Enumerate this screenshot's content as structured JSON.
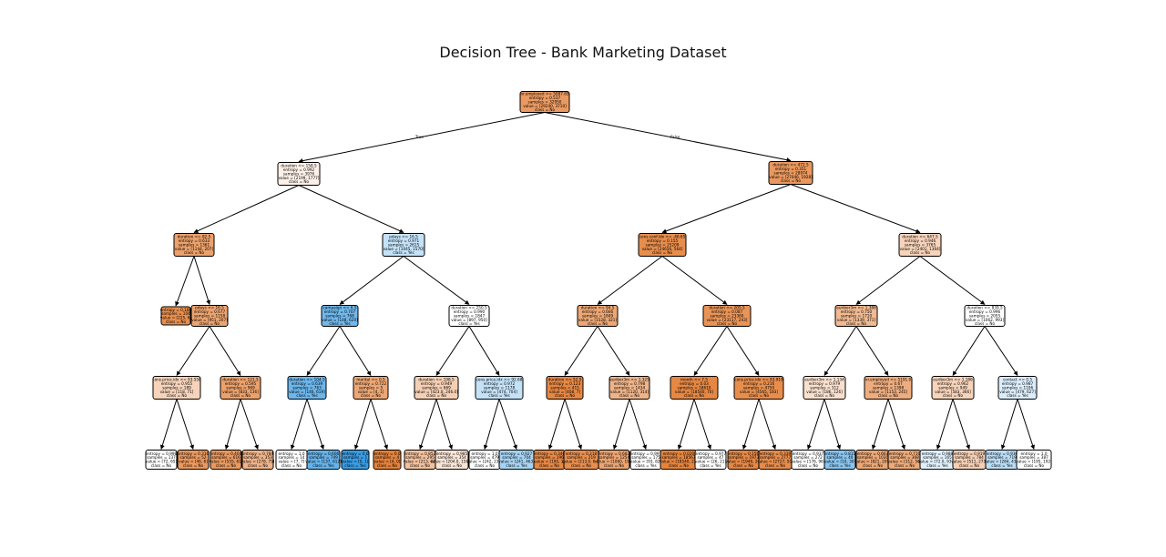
{
  "title": "Decision Tree - Bank Marketing Dataset",
  "colors": {
    "orange": "#e58139",
    "blue": "#399de5",
    "white": "#ffffff"
  },
  "edge_labels": {
    "true": "True",
    "false": "False"
  },
  "nodes": [
    {
      "id": "n0",
      "lines": [
        "nr.employed <= 5087.65",
        "entropy = 0.537",
        "samples = 32950",
        "value = [29240, 3710]",
        "class = No"
      ],
      "class_color": "orange",
      "strength": 0.8
    },
    {
      "id": "n1",
      "lines": [
        "duration <= 158.5",
        "entropy = 0.992",
        "samples = 3976",
        "value = [2199, 1777]",
        "class = No"
      ],
      "class_color": "orange",
      "strength": 0.12
    },
    {
      "id": "n2",
      "lines": [
        "duration <= 472.5",
        "entropy = 0.351",
        "samples = 28974",
        "value = [27046, 1928]",
        "class = No"
      ],
      "class_color": "orange",
      "strength": 0.82
    },
    {
      "id": "n3",
      "lines": [
        "duration <= 82.5",
        "entropy = 0.633",
        "samples = 1361",
        "value = [1144, 207]",
        "class = No"
      ],
      "class_color": "orange",
      "strength": 0.75
    },
    {
      "id": "n4",
      "lines": [
        "pdays <= 16.5",
        "entropy = 0.971",
        "samples = 2615",
        "value = [1045, 1570]",
        "class = Yes"
      ],
      "class_color": "blue",
      "strength": 0.3
    },
    {
      "id": "n5",
      "lines": [
        "cons.conf.idx <= -46.65",
        "entropy = 0.155",
        "samples = 25209",
        "value = [24656, 564]",
        "class = No"
      ],
      "class_color": "orange",
      "strength": 0.9
    },
    {
      "id": "n6",
      "lines": [
        "duration <= 647.5",
        "entropy = 0.946",
        "samples = 3765",
        "value = [2401, 1364]",
        "class = No"
      ],
      "class_color": "orange",
      "strength": 0.35
    },
    {
      "id": "n7",
      "lines": [
        "entropy = 0.188",
        "samples = 104",
        "value = [225, 6]",
        "class = No"
      ],
      "class_color": "orange",
      "strength": 0.9
    },
    {
      "id": "n8",
      "lines": [
        "pdays <= 16.5",
        "entropy = 0.677",
        "samples = 1158",
        "value = [951, 207]",
        "class = No"
      ],
      "class_color": "orange",
      "strength": 0.72
    },
    {
      "id": "n9",
      "lines": [
        "campaign <= 6.5",
        "entropy = 0.707",
        "samples = 768",
        "value = [148, 620]",
        "class = Yes"
      ],
      "class_color": "blue",
      "strength": 0.72
    },
    {
      "id": "n10",
      "lines": [
        "duration <= 250.5",
        "entropy = 0.990",
        "samples = 1847",
        "value = [897, 950]",
        "class = Yes"
      ],
      "class_color": "white",
      "strength": 0.0
    },
    {
      "id": "n11",
      "lines": [
        "duration <= 94.5",
        "entropy = 0.666",
        "samples = 1849",
        "value = [1528, 321]",
        "class = No"
      ],
      "class_color": "orange",
      "strength": 0.7
    },
    {
      "id": "n12",
      "lines": [
        "duration <= 205.5",
        "entropy = 0.087",
        "samples = 23360",
        "value = [23117, 243]",
        "class = No"
      ],
      "class_color": "orange",
      "strength": 0.85
    },
    {
      "id": "n13",
      "lines": [
        "euribor3m <= 1.386",
        "entropy = 0.750",
        "samples = 1710",
        "value = [1339, 371]",
        "class = No"
      ],
      "class_color": "orange",
      "strength": 0.55
    },
    {
      "id": "n14",
      "lines": [
        "duration <= 839.5",
        "entropy = 0.996",
        "samples = 2055",
        "value = [1062, 993]",
        "class = No"
      ],
      "class_color": "white",
      "strength": 0.0
    },
    {
      "id": "n15",
      "lines": [
        "cons.price.idx <= 93.558",
        "entropy = 0.955",
        "samples = 189",
        "value = [118, 71]",
        "class = No"
      ],
      "class_color": "orange",
      "strength": 0.35
    },
    {
      "id": "n16",
      "lines": [
        "duration <= 121.5",
        "entropy = 0.595",
        "samples = 969",
        "value = [833, 136]",
        "class = No"
      ],
      "class_color": "orange",
      "strength": 0.75
    },
    {
      "id": "n17",
      "lines": [
        "duration <= 104.5",
        "entropy = 0.639",
        "samples = 763",
        "value = [146, 619]",
        "class = Yes"
      ],
      "class_color": "blue",
      "strength": 0.75
    },
    {
      "id": "n18",
      "lines": [
        "marital <= 0.5",
        "entropy = 0.722",
        "samples = 5",
        "value = [4, 1]",
        "class = No"
      ],
      "class_color": "orange",
      "strength": 0.7
    },
    {
      "id": "n19",
      "lines": [
        "duration <= 198.5",
        "entropy = 0.949",
        "samples = 669",
        "value = [423.0, 246.0]",
        "class = No"
      ],
      "class_color": "orange",
      "strength": 0.38
    },
    {
      "id": "n20",
      "lines": [
        "cons.price.idx <= 92.68",
        "entropy = 0.972",
        "samples = 1178",
        "value = [474, 704]",
        "class = Yes"
      ],
      "class_color": "blue",
      "strength": 0.3
    },
    {
      "id": "n21",
      "lines": [
        "duration <= 52.5",
        "entropy = 0.123",
        "samples = 415",
        "value = [408, 7]",
        "class = No"
      ],
      "class_color": "orange",
      "strength": 0.95
    },
    {
      "id": "n22",
      "lines": [
        "euribor3m <= 1.325",
        "entropy = 0.798",
        "samples = 1434",
        "value = [1120, 314]",
        "class = No"
      ],
      "class_color": "orange",
      "strength": 0.6
    },
    {
      "id": "n23",
      "lines": [
        "month <= 7.5",
        "entropy = 0.03",
        "samples = 18610",
        "value = [18540, 70]",
        "class = No"
      ],
      "class_color": "orange",
      "strength": 0.95
    },
    {
      "id": "n24",
      "lines": [
        "cons.price.idx <= 93.919",
        "entropy = 0.216",
        "samples = 4750",
        "value = [4565, 183]",
        "class = No"
      ],
      "class_color": "orange",
      "strength": 0.9
    },
    {
      "id": "n25",
      "lines": [
        "euribor3m <= 1.134",
        "entropy = 0.979",
        "samples = 312",
        "value = [186, 126]",
        "class = No"
      ],
      "class_color": "orange",
      "strength": 0.25
    },
    {
      "id": "n26",
      "lines": [
        "nr.employed <= 5191.0",
        "entropy = 0.67",
        "samples = 1398",
        "value = [1153, 245]",
        "class = No"
      ],
      "class_color": "orange",
      "strength": 0.65
    },
    {
      "id": "n27",
      "lines": [
        "euribor3m <= 1.186",
        "entropy = 0.962",
        "samples = 949",
        "value = [583, 366]",
        "class = No"
      ],
      "class_color": "orange",
      "strength": 0.35
    },
    {
      "id": "n28",
      "lines": [
        "contact <= 0.5",
        "entropy = 0.987",
        "samples = 1106",
        "value = [479, 627]",
        "class = Yes"
      ],
      "class_color": "blue",
      "strength": 0.18
    },
    {
      "id": "n29",
      "lines": [
        "entropy = 0.998",
        "samples = 137",
        "value = [72, 65]",
        "class = No"
      ],
      "class_color": "white",
      "strength": 0.0
    },
    {
      "id": "n30",
      "lines": [
        "entropy = 0.316",
        "samples = 52",
        "value = [46, 6]",
        "class = No"
      ],
      "class_color": "orange",
      "strength": 0.82
    },
    {
      "id": "n31",
      "lines": [
        "entropy = 0.404",
        "samples = 616",
        "value = [555, 61]",
        "class = No"
      ],
      "class_color": "orange",
      "strength": 0.82
    },
    {
      "id": "n32",
      "lines": [
        "entropy = 0.784",
        "samples = 353",
        "value = [278, 75]",
        "class = No"
      ],
      "class_color": "orange",
      "strength": 0.6
    },
    {
      "id": "n33",
      "lines": [
        "entropy = 1.0",
        "samples = 14",
        "value = [7, 7]",
        "class = No"
      ],
      "class_color": "white",
      "strength": 0.0
    },
    {
      "id": "n34",
      "lines": [
        "entropy = 0.606",
        "samples = 749",
        "value = [137, 612]",
        "class = Yes"
      ],
      "class_color": "blue",
      "strength": 0.78
    },
    {
      "id": "n35",
      "lines": [
        "entropy = 0.0",
        "samples = 1",
        "value = [0, 1]",
        "class = Yes"
      ],
      "class_color": "blue",
      "strength": 1.0
    },
    {
      "id": "n36",
      "lines": [
        "entropy = 0.0",
        "samples = 4",
        "value = [4, 0]",
        "class = No"
      ],
      "class_color": "orange",
      "strength": 1.0
    },
    {
      "id": "n37",
      "lines": [
        "entropy = 0.852",
        "samples = 295",
        "value = [213, 82]",
        "class = No"
      ],
      "class_color": "orange",
      "strength": 0.5
    },
    {
      "id": "n38",
      "lines": [
        "entropy = 0.985",
        "samples = 354",
        "value = [204.0, 150.0]",
        "class = No"
      ],
      "class_color": "orange",
      "strength": 0.2
    },
    {
      "id": "n39",
      "lines": [
        "entropy = 1.0",
        "samples = 479",
        "value = [242, 237]",
        "class = No"
      ],
      "class_color": "white",
      "strength": 0.0
    },
    {
      "id": "n40",
      "lines": [
        "entropy = 0.927",
        "samples = 704",
        "value = [241, 463]",
        "class = Yes"
      ],
      "class_color": "blue",
      "strength": 0.45
    },
    {
      "id": "n41",
      "lines": [
        "entropy = 0.346",
        "samples = 196",
        "value = [195, 1]",
        "class = No"
      ],
      "class_color": "orange",
      "strength": 0.95
    },
    {
      "id": "n42",
      "lines": [
        "entropy = 0.218",
        "samples = 219",
        "value = [213.0, 6.0]",
        "class = No"
      ],
      "class_color": "orange",
      "strength": 0.9
    },
    {
      "id": "n43",
      "lines": [
        "entropy = 0.683",
        "samples = 1254",
        "value = [1060, 194]",
        "class = No"
      ],
      "class_color": "orange",
      "strength": 0.72
    },
    {
      "id": "n44",
      "lines": [
        "entropy = 0.997",
        "samples = 175",
        "value = [93, 82]",
        "class = Yes"
      ],
      "class_color": "white",
      "strength": 0.05
    },
    {
      "id": "n45",
      "lines": [
        "entropy = 0.020",
        "samples = 18563",
        "value = [18540, 23]",
        "class = No"
      ],
      "class_color": "orange",
      "strength": 0.98
    },
    {
      "id": "n46",
      "lines": [
        "entropy = 0.977",
        "samples = 47",
        "value = [26, 21]",
        "class = Yes"
      ],
      "class_color": "white",
      "strength": 0.05
    },
    {
      "id": "n47",
      "lines": [
        "entropy = 0.156",
        "samples = 1973",
        "value = [1946, 27]",
        "class = No"
      ],
      "class_color": "orange",
      "strength": 0.95
    },
    {
      "id": "n48",
      "lines": [
        "entropy = 0.339",
        "samples = 2777",
        "value = [2727, 50]",
        "class = No"
      ],
      "class_color": "orange",
      "strength": 0.92
    },
    {
      "id": "n49",
      "lines": [
        "entropy = 0.937",
        "samples = 272",
        "value = [176, 96]",
        "class = No"
      ],
      "class_color": "white",
      "strength": 0.05
    },
    {
      "id": "n50",
      "lines": [
        "entropy = 0.811",
        "samples = 40",
        "value = [10, 30]",
        "class = Yes"
      ],
      "class_color": "blue",
      "strength": 0.6
    },
    {
      "id": "n51",
      "lines": [
        "entropy = 0.663",
        "samples = 1030",
        "value = [821, 209]",
        "class = No"
      ],
      "class_color": "orange",
      "strength": 0.7
    },
    {
      "id": "n52",
      "lines": [
        "entropy = 0.716",
        "samples = 368",
        "value = [312, 56]",
        "class = No"
      ],
      "class_color": "orange",
      "strength": 0.68
    },
    {
      "id": "n53",
      "lines": [
        "entropy = 0.988",
        "samples = 165",
        "value = [72.0, 93.0]",
        "class = Yes"
      ],
      "class_color": "blue",
      "strength": 0.15
    },
    {
      "id": "n54",
      "lines": [
        "entropy = 0.919",
        "samples = 784",
        "value = [511, 273]",
        "class = No"
      ],
      "class_color": "orange",
      "strength": 0.38
    },
    {
      "id": "n55",
      "lines": [
        "entropy = 0.936",
        "samples = 719",
        "value = [284, 435]",
        "class = Yes"
      ],
      "class_color": "blue",
      "strength": 0.35
    },
    {
      "id": "n56",
      "lines": [
        "entropy = 1.0",
        "samples = 387",
        "value = [195, 192]",
        "class = No"
      ],
      "class_color": "white",
      "strength": 0.0
    }
  ],
  "edges": [
    [
      "n0",
      "n1"
    ],
    [
      "n0",
      "n2"
    ],
    [
      "n1",
      "n3"
    ],
    [
      "n1",
      "n4"
    ],
    [
      "n2",
      "n5"
    ],
    [
      "n2",
      "n6"
    ],
    [
      "n3",
      "n7"
    ],
    [
      "n3",
      "n8"
    ],
    [
      "n4",
      "n9"
    ],
    [
      "n4",
      "n10"
    ],
    [
      "n5",
      "n11"
    ],
    [
      "n5",
      "n12"
    ],
    [
      "n6",
      "n13"
    ],
    [
      "n6",
      "n14"
    ],
    [
      "n8",
      "n15"
    ],
    [
      "n8",
      "n16"
    ],
    [
      "n9",
      "n17"
    ],
    [
      "n9",
      "n18"
    ],
    [
      "n10",
      "n19"
    ],
    [
      "n10",
      "n20"
    ],
    [
      "n11",
      "n21"
    ],
    [
      "n11",
      "n22"
    ],
    [
      "n12",
      "n23"
    ],
    [
      "n12",
      "n24"
    ],
    [
      "n13",
      "n25"
    ],
    [
      "n13",
      "n26"
    ],
    [
      "n14",
      "n27"
    ],
    [
      "n14",
      "n28"
    ],
    [
      "n15",
      "n29"
    ],
    [
      "n15",
      "n30"
    ],
    [
      "n16",
      "n31"
    ],
    [
      "n16",
      "n32"
    ],
    [
      "n17",
      "n33"
    ],
    [
      "n17",
      "n34"
    ],
    [
      "n18",
      "n35"
    ],
    [
      "n18",
      "n36"
    ],
    [
      "n19",
      "n37"
    ],
    [
      "n19",
      "n38"
    ],
    [
      "n20",
      "n39"
    ],
    [
      "n20",
      "n40"
    ],
    [
      "n21",
      "n41"
    ],
    [
      "n21",
      "n42"
    ],
    [
      "n22",
      "n43"
    ],
    [
      "n22",
      "n44"
    ],
    [
      "n23",
      "n45"
    ],
    [
      "n23",
      "n46"
    ],
    [
      "n24",
      "n47"
    ],
    [
      "n24",
      "n48"
    ],
    [
      "n25",
      "n49"
    ],
    [
      "n25",
      "n50"
    ],
    [
      "n26",
      "n51"
    ],
    [
      "n26",
      "n52"
    ],
    [
      "n27",
      "n53"
    ],
    [
      "n27",
      "n54"
    ],
    [
      "n28",
      "n55"
    ],
    [
      "n28",
      "n56"
    ]
  ]
}
